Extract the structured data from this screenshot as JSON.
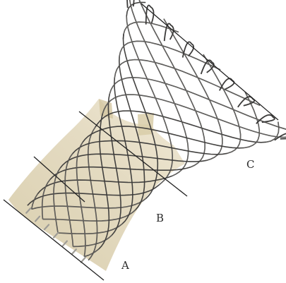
{
  "figure": {
    "labels": {
      "a": "A",
      "b": "B",
      "c": "C"
    },
    "colors": {
      "background": "#ffffff",
      "stent_wire": "#3c3b3a",
      "stent_wire_light": "#7d7c78",
      "tissue_skirt": "#d9ceb0",
      "tissue_skirt_dark": "#c4b890",
      "reference_lines": "#222222"
    }
  }
}
